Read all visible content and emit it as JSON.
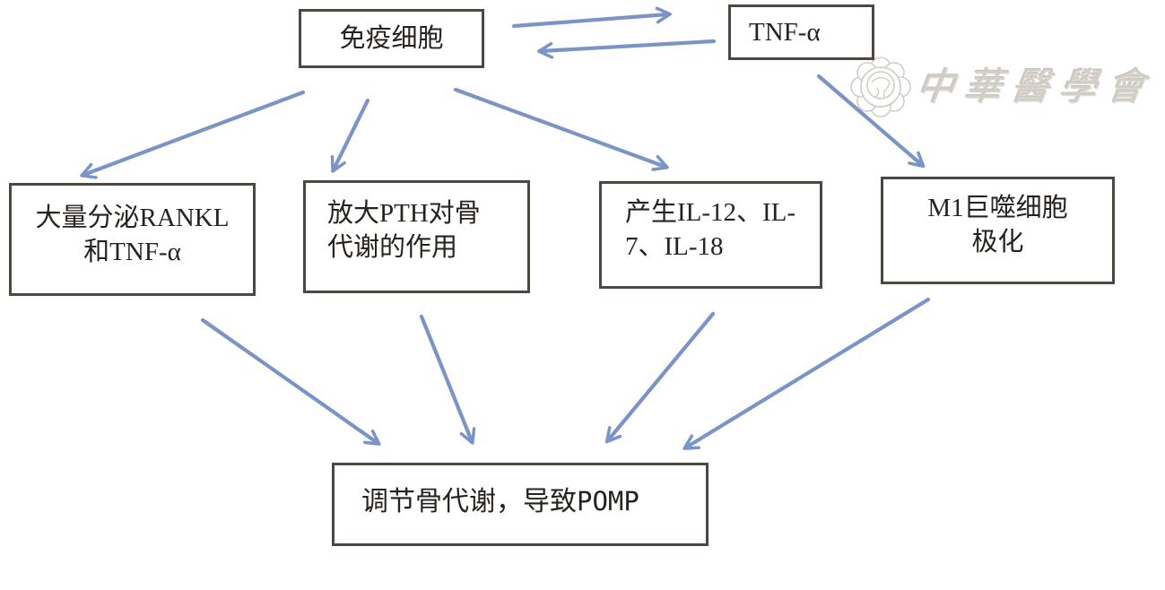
{
  "diagram": {
    "title_context": "immune-cells bone metabolism flowchart",
    "nodes": {
      "immune": {
        "label": "免疫细胞"
      },
      "tnf": {
        "label": "TNF-α"
      },
      "secrete": {
        "line1": "大量分泌RANKL",
        "line2": "和TNF-α"
      },
      "pth": {
        "line1": "放大PTH对骨",
        "line2": "代谢的作用"
      },
      "il": {
        "line1": "产生IL-12、IL-",
        "line2": "7、IL-18"
      },
      "m1": {
        "line1": "M1巨噬细胞",
        "line2": "极化"
      },
      "outcome": {
        "prefix": "调节骨代谢，导致",
        "suffix": "POMP"
      }
    },
    "edges": [
      {
        "from": "immune",
        "to": "tnf"
      },
      {
        "from": "tnf",
        "to": "immune"
      },
      {
        "from": "immune",
        "to": "secrete"
      },
      {
        "from": "immune",
        "to": "pth"
      },
      {
        "from": "immune",
        "to": "il"
      },
      {
        "from": "tnf",
        "to": "m1"
      },
      {
        "from": "secrete",
        "to": "outcome"
      },
      {
        "from": "pth",
        "to": "outcome"
      },
      {
        "from": "il",
        "to": "outcome"
      },
      {
        "from": "m1",
        "to": "outcome"
      }
    ],
    "watermark": {
      "text": "中華醫學會",
      "seal": "chinese-medical-association-seal"
    },
    "colors": {
      "arrow": "#7b94c6",
      "box_border": "#4d4742",
      "text": "#27221e",
      "watermark": "#d3cdc7",
      "background": "#ffffff"
    }
  }
}
